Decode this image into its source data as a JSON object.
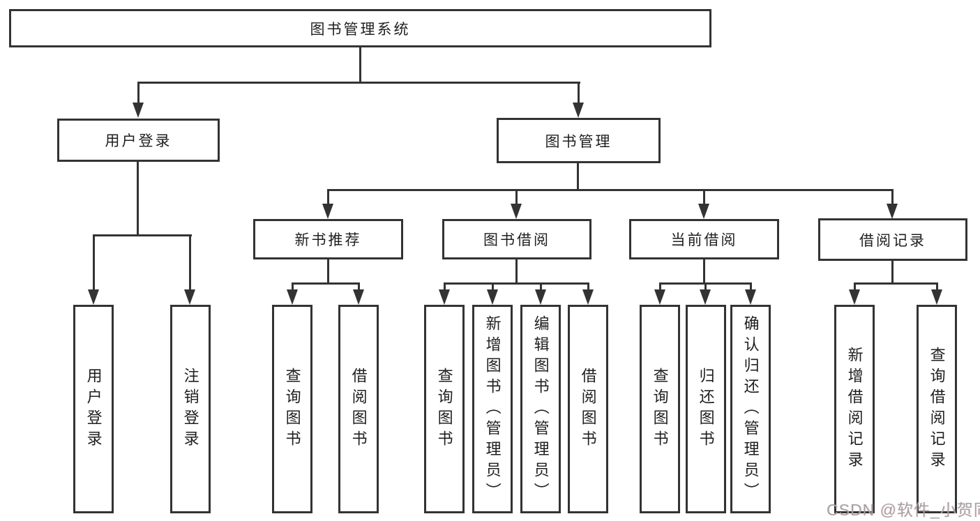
{
  "nodes": {
    "root": "图书管理系统",
    "user_login": "用户登录",
    "book_mgmt": "图书管理",
    "new_book": "新书推荐",
    "book_borrow": "图书借阅",
    "current_borrow": "当前借阅",
    "borrow_records": "借阅记录"
  },
  "leaves": {
    "user_login": [
      "用户登录",
      "注销登录"
    ],
    "new_book": [
      "查询图书",
      "借阅图书"
    ],
    "book_borrow": [
      "查询图书",
      "新增图书（管理员）",
      "编辑图书（管理员）",
      "借阅图书"
    ],
    "current_borrow": [
      "查询图书",
      "归还图书",
      "确认归还（管理员）"
    ],
    "borrow_records": [
      "新增借阅记录",
      "查询借阅记录"
    ]
  },
  "watermark": "CSDN @软件_小贺同学",
  "colors": {
    "line": "#333333",
    "text": "#1f1f1f",
    "watermark": "#a6a2a2",
    "background": "#ffffff"
  }
}
